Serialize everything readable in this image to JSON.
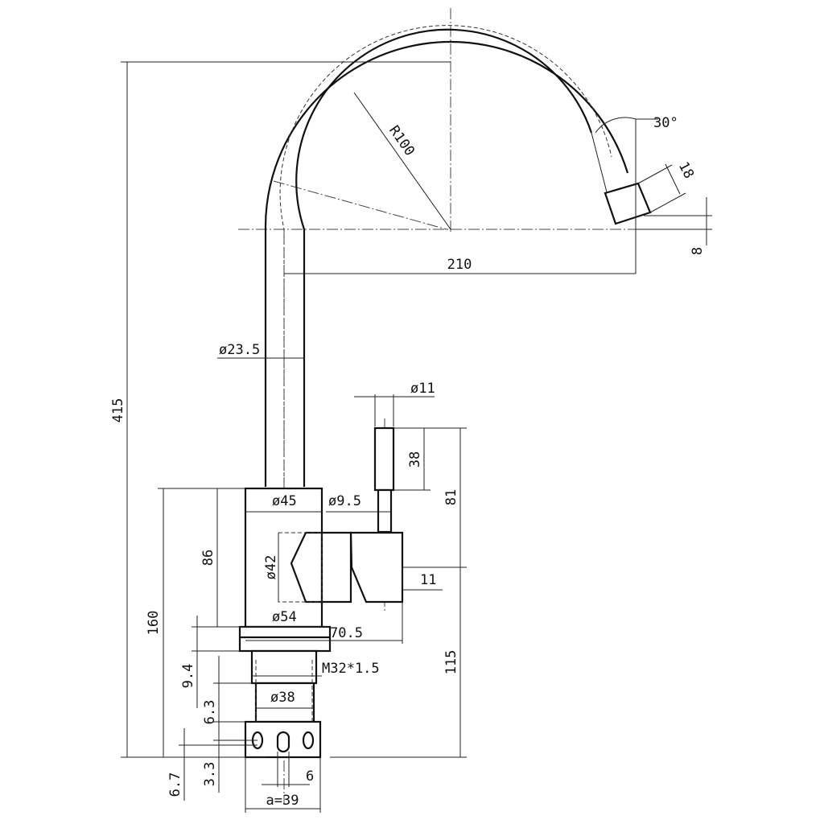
{
  "dimensions": {
    "total_height": "415",
    "spout_radius": "R100",
    "spout_angle": "30°",
    "outlet_diameter": "18",
    "outlet_drop": "8",
    "spout_reach": "210",
    "spout_pipe_diameter": "ø23.5",
    "handle_diameter": "ø11",
    "handle_length": "38",
    "handle_height": "81",
    "body_diameter": "ø45",
    "lever_stem_diameter": "ø9.5",
    "body_height": "86",
    "cartridge_diameter": "ø42",
    "lever_offset": "11",
    "flange_diameter": "ø54",
    "body_depth": "70.5",
    "base_to_lever": "160",
    "lever_to_base": "115",
    "thread_spec": "M32*1.5",
    "flange_thickness": "9.4",
    "shank_diameter": "ø38",
    "shank_step": "6.3",
    "hole_offset": "3.3",
    "nut_height": "6.7",
    "hole_spacing": "6",
    "nut_width": "a=39"
  }
}
